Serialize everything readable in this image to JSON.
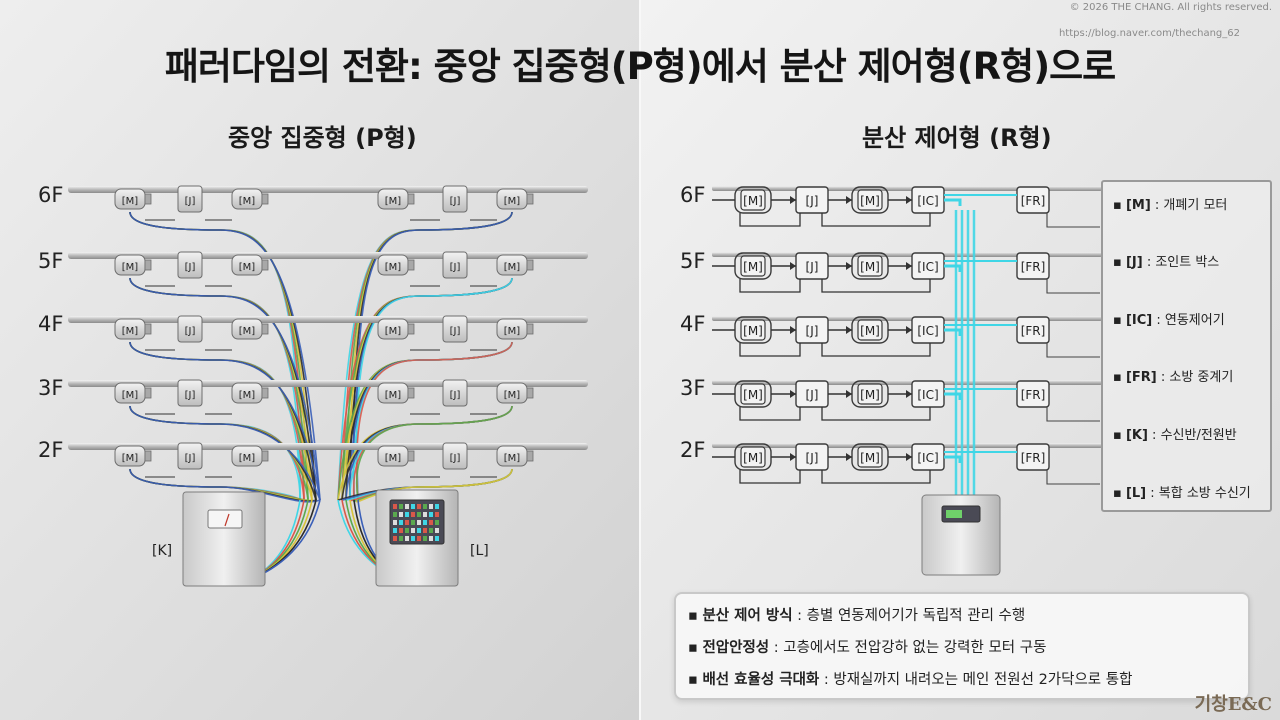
{
  "copyright": "© 2026 THE CHANG. All rights reserved.",
  "url": "https://blog.naver.com/thechang_62",
  "title": "패러다임의 전환: 중앙 집중형(P형)에서 분산 제어형(R형)으로",
  "left": {
    "subtitle": "중앙 집중형 (P형)",
    "floors": [
      "6F",
      "5F",
      "4F",
      "3F",
      "2F"
    ],
    "panel_k": "[K]",
    "panel_l": "[L]",
    "device_labels": [
      "[M]",
      "[J]",
      "[M]",
      "[M]",
      "[J]",
      "[M]"
    ]
  },
  "right": {
    "subtitle": "분산 제어형 (R형)",
    "floors": [
      "6F",
      "5F",
      "4F",
      "3F",
      "2F"
    ],
    "device_labels": [
      "[M]",
      "[J]",
      "[M]",
      "[IC]",
      "[FR]"
    ]
  },
  "legend": [
    {
      "key": "[M]",
      "desc": " : 개폐기 모터"
    },
    {
      "key": "[J]",
      "desc": " : 조인트 박스"
    },
    {
      "key": "[IC]",
      "desc": " : 연동제어기"
    },
    {
      "key": "[FR]",
      "desc": " : 소방 중계기"
    },
    {
      "key": "[K]",
      "desc": " : 수신반/전원반"
    },
    {
      "key": "[L]",
      "desc": " : 복합 소방 수신기"
    }
  ],
  "notes": [
    {
      "head": "분산 제어 방식",
      "body": " : 층별 연동제어기가 독립적 관리 수행"
    },
    {
      "head": "전압안정성",
      "body": " : 고층에서도 전압강하 없는 강력한 모터 구동"
    },
    {
      "head": "배선 효율성 극대화",
      "body": " : 방재실까지 내려오는 메인 전원선 2가닥으로 통합"
    }
  ],
  "brand": "기창E&C",
  "colors": {
    "wire_cyan": "#3fd6e6",
    "wire_red": "#d9584a",
    "wire_green": "#5aa84e",
    "wire_yellow": "#d8c23a",
    "wire_black": "#2b2b2b",
    "wire_blue": "#3a5fb8"
  }
}
